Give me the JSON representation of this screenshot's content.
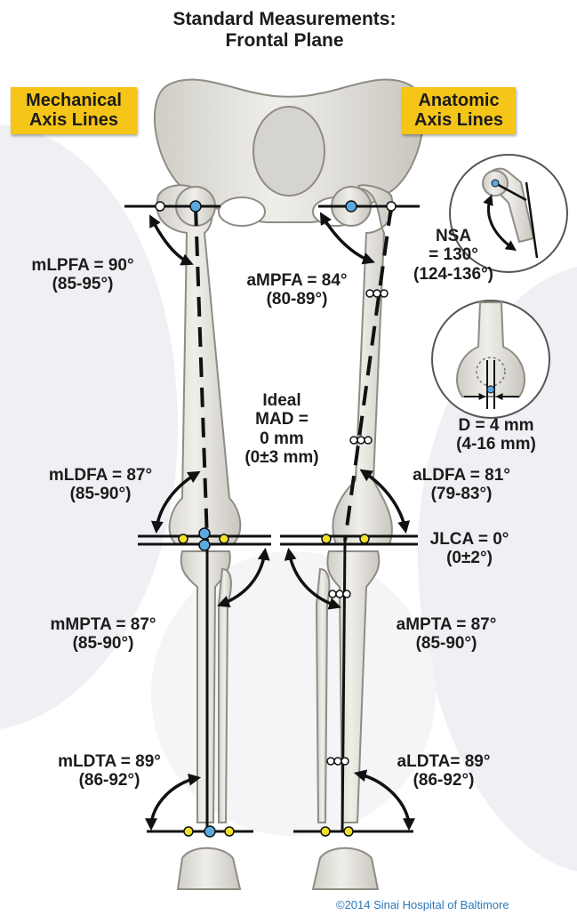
{
  "title": {
    "line1": "Standard Measurements:",
    "line2": "Frontal Plane"
  },
  "badges": {
    "mechanical": {
      "line1": "Mechanical",
      "line2": "Axis Lines"
    },
    "anatomic": {
      "line1": "Anatomic",
      "line2": "Axis Lines"
    }
  },
  "labels": {
    "mlpfa": {
      "name": "mLPFA = 90°",
      "range": "(85-95°)"
    },
    "ampfa": {
      "name": "aMPFA = 84°",
      "range": "(80-89°)"
    },
    "nsa": {
      "line1": "NSA",
      "line2": "= 130°",
      "range": "(124-136°)"
    },
    "d": {
      "name": "D = 4 mm",
      "range": "(4-16 mm)"
    },
    "mad": {
      "line1": "Ideal",
      "line2": "MAD =",
      "line3": "0 mm",
      "range": "(0±3 mm)"
    },
    "mldfa": {
      "name": "mLDFA = 87°",
      "range": "(85-90°)"
    },
    "aldfa": {
      "name": "aLDFA = 81°",
      "range": "(79-83°)"
    },
    "jlca": {
      "name": "JLCA = 0°",
      "range": "(0±2°)"
    },
    "mmpta": {
      "name": "mMPTA = 87°",
      "range": "(85-90°)"
    },
    "ampta": {
      "name": "aMPTA = 87°",
      "range": "(85-90°)"
    },
    "mldta": {
      "name": "mLDTA = 89°",
      "range": "(86-92°)"
    },
    "aldta": {
      "name": "aLDTA= 89°",
      "range": "(86-92°)"
    }
  },
  "footer": "©2014 Sinai Hospital of Baltimore",
  "colors": {
    "badge": "#f5c518",
    "bone": "#e4e2dc",
    "bone_outline": "#8f8c85",
    "center_point": "#5aa9e0",
    "joint_point": "#f2e02c",
    "footer": "#2b78b8",
    "watermark": "#eef0f3"
  }
}
